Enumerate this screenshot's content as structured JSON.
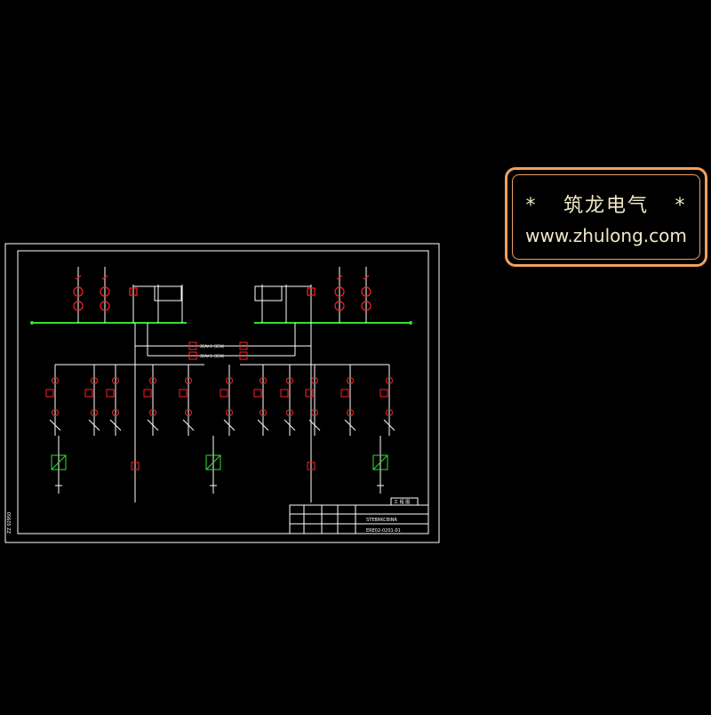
{
  "watermark": {
    "star_left": "*",
    "brand_cn": "筑龙电气",
    "star_right": "*",
    "url": "www.zhulong.com"
  },
  "drawing": {
    "bus_labels": [
      "3EAV-1 (3EW)",
      "3EAV-1 (3EW)"
    ],
    "title_block_title": "STEBRKCBINR",
    "title_block_number": "ERE02-0201-01",
    "title_block_stamp": "工 程 图",
    "colors": {
      "line": "#ffffff",
      "device": "#ff2020",
      "bus": "#30e030",
      "frame": "#ffffff",
      "watermark": "#f0a060"
    }
  }
}
